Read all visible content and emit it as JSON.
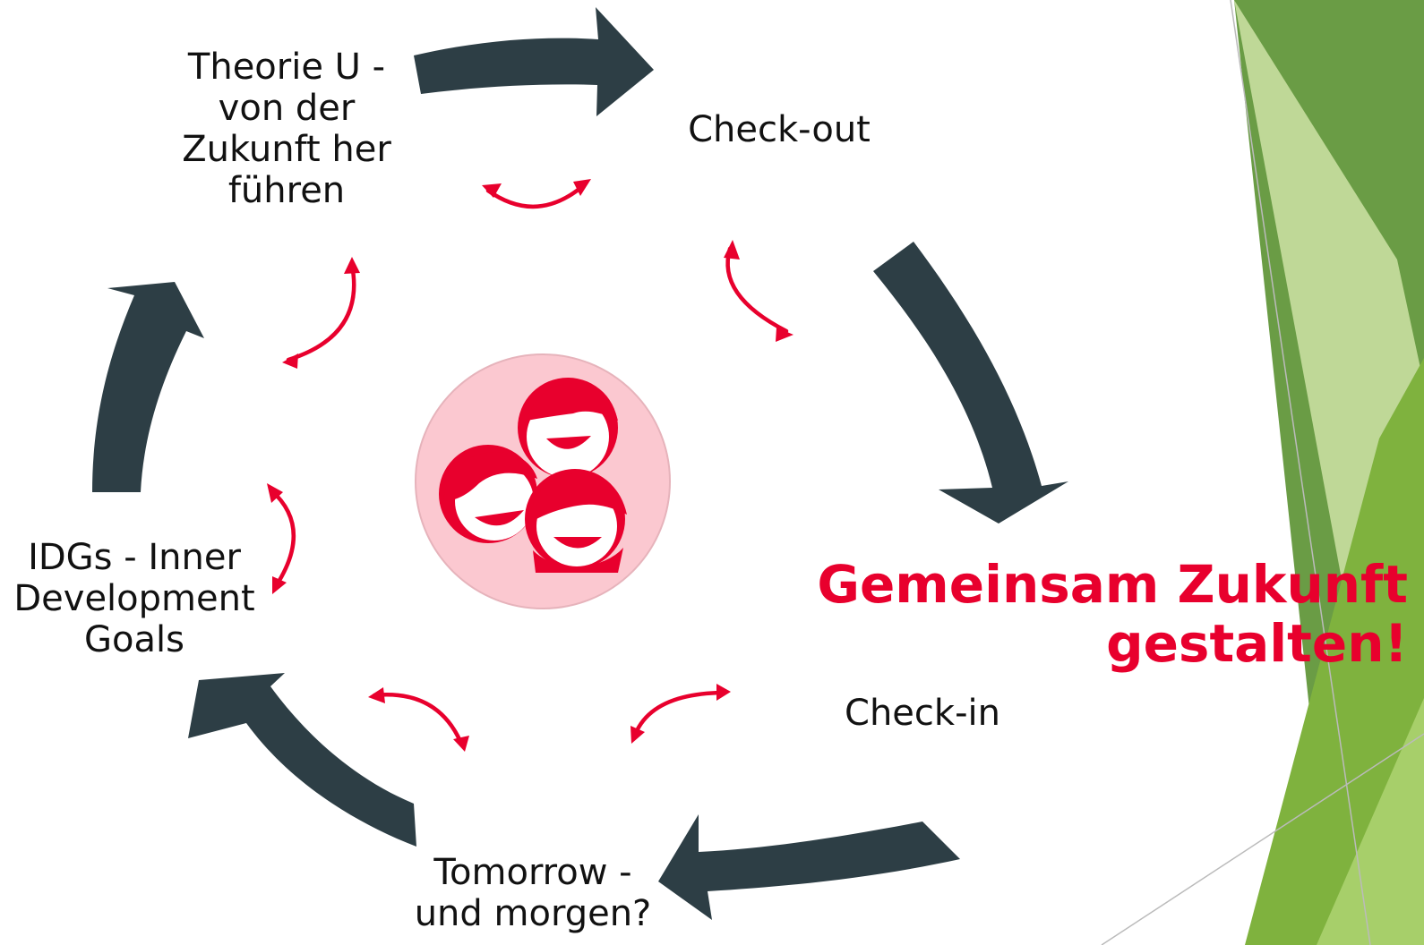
{
  "title": "Gemeinsam Zukunft\ngestalten!",
  "nodes": {
    "theorie_u": "Theorie U -\nvon der\nZukunft her\nführen",
    "check_out": "Check-out",
    "check_in": "Check-in",
    "tomorrow": "Tomorrow -\nund morgen?",
    "idgs": "IDGs - Inner\nDevelopment\nGoals"
  },
  "center_icon": "three-smiling-faces-icon",
  "colors": {
    "accent_red": "#e8002d",
    "arrow_dark": "#2d3e45",
    "circle_fill": "#fbc8d0",
    "green_dark": "#5f9a3a",
    "green_mid": "#8cc043",
    "green_light": "#d6e8b0"
  }
}
